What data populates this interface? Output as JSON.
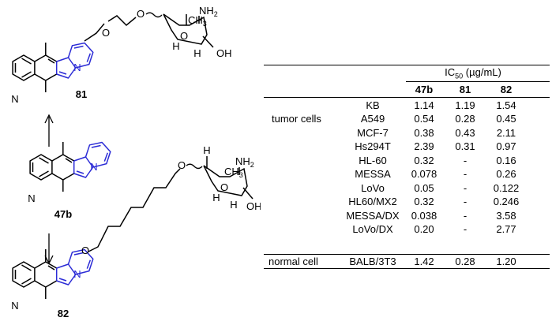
{
  "compounds": {
    "top": "81",
    "middle": "47b",
    "bottom": "82"
  },
  "atoms": {
    "nh2": "NH",
    "nh2_sub": "2",
    "ch3": "CH",
    "ch3_sub": "3",
    "oh": "OH",
    "h": "H",
    "o": "O",
    "n": "N"
  },
  "colors": {
    "core": "#2b2bd6",
    "ink": "#000000"
  },
  "table": {
    "title": "IC",
    "title_sub": "50",
    "title_unit": " (µg/mL)",
    "columns": [
      "47b",
      "81",
      "82"
    ],
    "groups": [
      "tumor cells",
      "normal cell"
    ],
    "rows": [
      {
        "line": "KB",
        "values": [
          "1.14",
          "1.19",
          "1.54"
        ]
      },
      {
        "line": "A549",
        "values": [
          "0.54",
          "0.28",
          "0.45"
        ]
      },
      {
        "line": "MCF-7",
        "values": [
          "0.38",
          "0.43",
          "2.11"
        ]
      },
      {
        "line": "Hs294T",
        "values": [
          "2.39",
          "0.31",
          "0.97"
        ]
      },
      {
        "line": "HL-60",
        "values": [
          "0.32",
          "-",
          "0.16"
        ]
      },
      {
        "line": "MESSA",
        "values": [
          "0.078",
          "-",
          "0.26"
        ]
      },
      {
        "line": "LoVo",
        "values": [
          "0.05",
          "-",
          "0.122"
        ]
      },
      {
        "line": "HL60/MX2",
        "values": [
          "0.32",
          "-",
          "0.246"
        ]
      },
      {
        "line": "MESSA/DX",
        "values": [
          "0.038",
          "-",
          "3.58"
        ]
      },
      {
        "line": "LoVo/DX",
        "values": [
          "0.20",
          "-",
          "2.77"
        ]
      },
      {
        "line": "BALB/3T3",
        "values": [
          "1.42",
          "0.28",
          "1.20"
        ]
      }
    ]
  }
}
